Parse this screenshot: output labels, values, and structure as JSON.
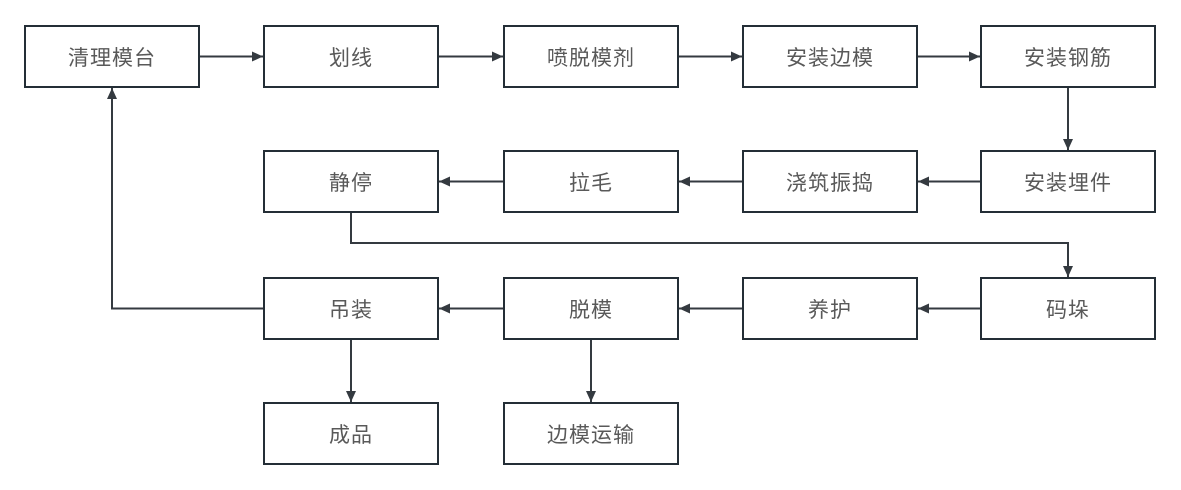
{
  "diagram": {
    "type": "flowchart",
    "background_color": "#ffffff",
    "box_border_color": "#242e36",
    "box_fill_color": "#ffffff",
    "connector_color": "#343a40",
    "text_color": "#595959",
    "nodes": [
      {
        "id": "clean-mold-table",
        "label": "清理模台"
      },
      {
        "id": "marking",
        "label": "划线"
      },
      {
        "id": "spray-release-agent",
        "label": "喷脱模剂"
      },
      {
        "id": "install-side-molds",
        "label": "安装边模"
      },
      {
        "id": "install-rebar",
        "label": "安装钢筋"
      },
      {
        "id": "install-embeds",
        "label": "安装埋件"
      },
      {
        "id": "pour-and-vibrate",
        "label": "浇筑振捣"
      },
      {
        "id": "roughening",
        "label": "拉毛"
      },
      {
        "id": "resting",
        "label": "静停"
      },
      {
        "id": "stacking",
        "label": "码垛"
      },
      {
        "id": "curing",
        "label": "养护"
      },
      {
        "id": "demolding",
        "label": "脱模"
      },
      {
        "id": "hoisting",
        "label": "吊装"
      },
      {
        "id": "finished-product",
        "label": "成品"
      },
      {
        "id": "side-mold-transport",
        "label": "边模运输"
      }
    ],
    "edges": [
      {
        "from": "clean-mold-table",
        "to": "marking"
      },
      {
        "from": "marking",
        "to": "spray-release-agent"
      },
      {
        "from": "spray-release-agent",
        "to": "install-side-molds"
      },
      {
        "from": "install-side-molds",
        "to": "install-rebar"
      },
      {
        "from": "install-rebar",
        "to": "install-embeds"
      },
      {
        "from": "install-embeds",
        "to": "pour-and-vibrate"
      },
      {
        "from": "pour-and-vibrate",
        "to": "roughening"
      },
      {
        "from": "roughening",
        "to": "resting"
      },
      {
        "from": "resting",
        "to": "stacking"
      },
      {
        "from": "stacking",
        "to": "curing"
      },
      {
        "from": "curing",
        "to": "demolding"
      },
      {
        "from": "demolding",
        "to": "hoisting"
      },
      {
        "from": "hoisting",
        "to": "clean-mold-table"
      },
      {
        "from": "hoisting",
        "to": "finished-product"
      },
      {
        "from": "demolding",
        "to": "side-mold-transport"
      }
    ]
  }
}
